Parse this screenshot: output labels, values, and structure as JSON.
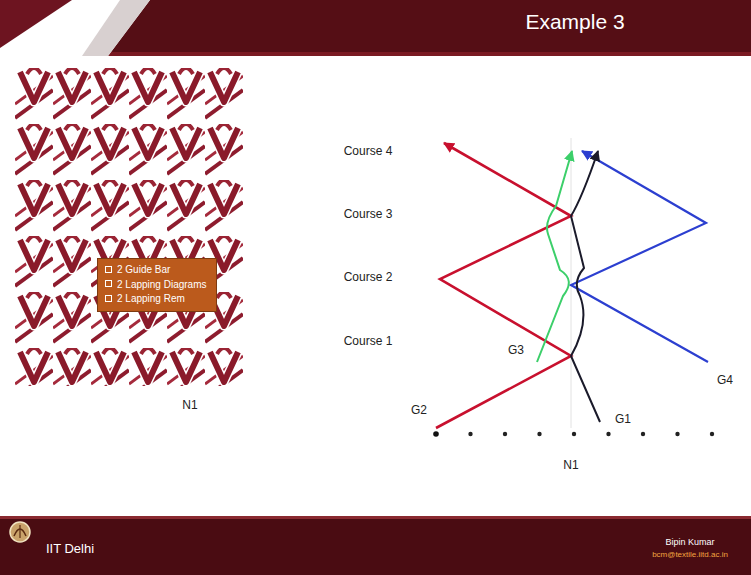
{
  "diagram": {
    "title": "Example 3",
    "nodes": [
      {
        "text": [
          "2 Guide Bar",
          "2 Lapping Diagrams",
          "2 Lapping Rem"
        ]
      }
    ],
    "labels": [
      "Course 4",
      "Course 3",
      "Course 2",
      "Course 1",
      "G2",
      "G3",
      "G1",
      "G4",
      "N1",
      "N1",
      "IIT Delhi",
      "Bipin Kumar",
      "bcm@textile.iitd.ac.in"
    ]
  }
}
